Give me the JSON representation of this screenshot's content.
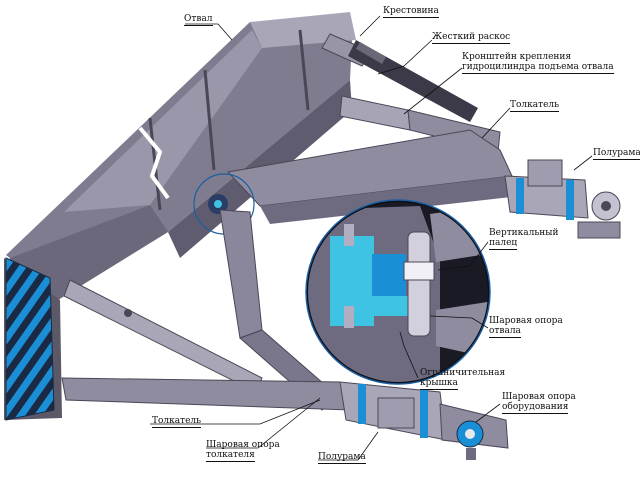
{
  "labels": {
    "otval": "Отвал",
    "krestovina": "Крестовина",
    "raskos": "Жесткий раскос",
    "kronshtein_1": "Кронштейн крепления",
    "kronshtein_2": "гидроцилиндра подъема отвала",
    "tolkatel_top": "Толкатель",
    "polurama_right": "Полурама",
    "vert_palets_1": "Вертикальный",
    "vert_palets_2": "палец",
    "shar_otvala_1": "Шаровая опора",
    "shar_otvala_2": "отвала",
    "ogran_1": "Ограничительная",
    "ogran_2": "крышка",
    "shar_oborud_1": "Шаровая опора",
    "shar_oborud_2": "оборудования",
    "tolkatel_bottom": "Толкатель",
    "shar_tolk_1": "Шаровая опора",
    "shar_tolk_2": "толкателя",
    "polurama_bottom": "Полурама"
  },
  "colors": {
    "metal_light": "#b8b6c6",
    "metal_mid": "#8f8ca0",
    "metal_dark": "#4a4756",
    "accent_blue": "#1b8fd6",
    "cyan_detail": "#3ec3e3"
  }
}
